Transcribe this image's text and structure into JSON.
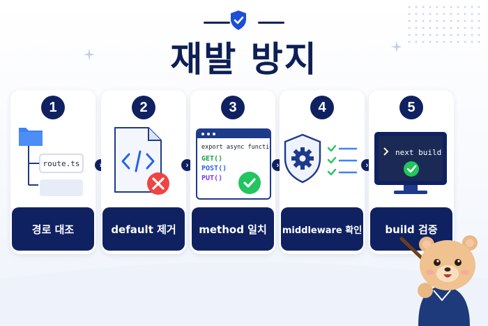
{
  "title": "재발 방지",
  "steps": [
    {
      "number": "1",
      "label": "경로 대조",
      "file_name": "route.ts"
    },
    {
      "number": "2",
      "label": "default 제거"
    },
    {
      "number": "3",
      "label": "method 일치",
      "code_header": "export async function",
      "methods": [
        "GET()",
        "POST()",
        "PUT()"
      ]
    },
    {
      "number": "4",
      "label": "middleware 확인"
    },
    {
      "number": "5",
      "label": "build 검증",
      "terminal_text": "next build"
    }
  ],
  "icons": [
    "shield-check-icon",
    "folder-icon",
    "code-file-icon",
    "error-x-icon",
    "code-window-icon",
    "check-icon",
    "shield-gear-icon",
    "checklist-icon",
    "monitor-icon",
    "chevron-right-icon"
  ],
  "colors": {
    "navy": "#0f2160",
    "blue": "#3b82f6",
    "red": "#ef4444",
    "green": "#22c55e"
  }
}
